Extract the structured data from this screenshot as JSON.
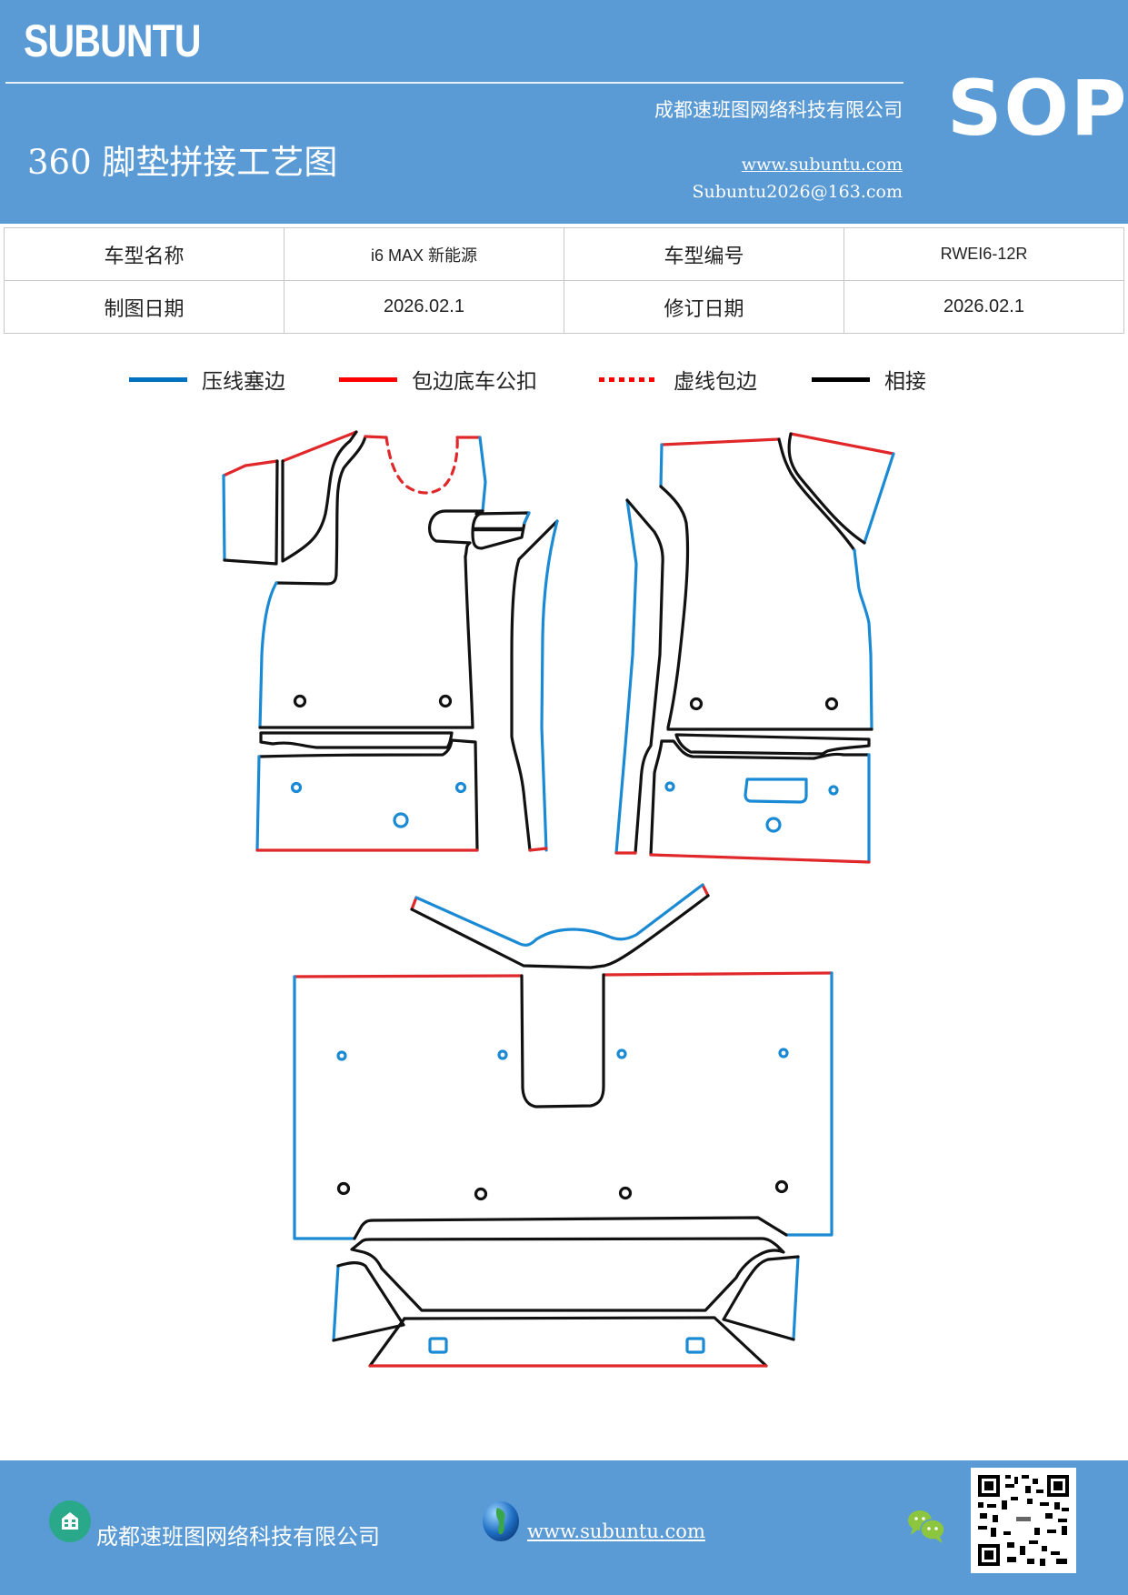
{
  "header": {
    "brand": "SUBUNTU",
    "company": "成都速班图网络科技有限公司",
    "badge": "SOP",
    "title": "360 脚垫拼接工艺图",
    "website": "www.subuntu.com",
    "email": "Subuntu2026@163.com",
    "bg_color": "#5b9bd5"
  },
  "info_table": {
    "rows": [
      {
        "label1": "车型名称",
        "value1": "i6 MAX  新能源",
        "label2": "车型编号",
        "value2": "RWEI6-12R"
      },
      {
        "label1": "制图日期",
        "value1": "2026.02.1",
        "label2": "修订日期",
        "value2": "2026.02.1"
      }
    ]
  },
  "legend": [
    {
      "label": "压线塞边",
      "style": "solid",
      "color": "#0070c0"
    },
    {
      "label": "包边底车公扣",
      "style": "solid",
      "color": "#ff0000"
    },
    {
      "label": "虚线包边",
      "style": "dotted",
      "color": "#ff0000"
    },
    {
      "label": "相接",
      "style": "solid",
      "color": "#000000"
    }
  ],
  "diagram": {
    "colors": {
      "blue": "#1a8ad4",
      "red": "#e0282a",
      "black": "#111111"
    },
    "parts": [
      "driver-front-mat",
      "passenger-front-mat",
      "driver-side-strip",
      "passenger-side-strip",
      "transmission-tunnel-cover",
      "rear-floor-mat",
      "rear-step-pieces"
    ]
  },
  "footer": {
    "company": "成都速班图网络科技有限公司",
    "website": "www.subuntu.com",
    "home_icon": "building-icon",
    "globe_icon": "globe-icon",
    "wechat_icon": "wechat-icon",
    "qr_code": "qr-code"
  }
}
